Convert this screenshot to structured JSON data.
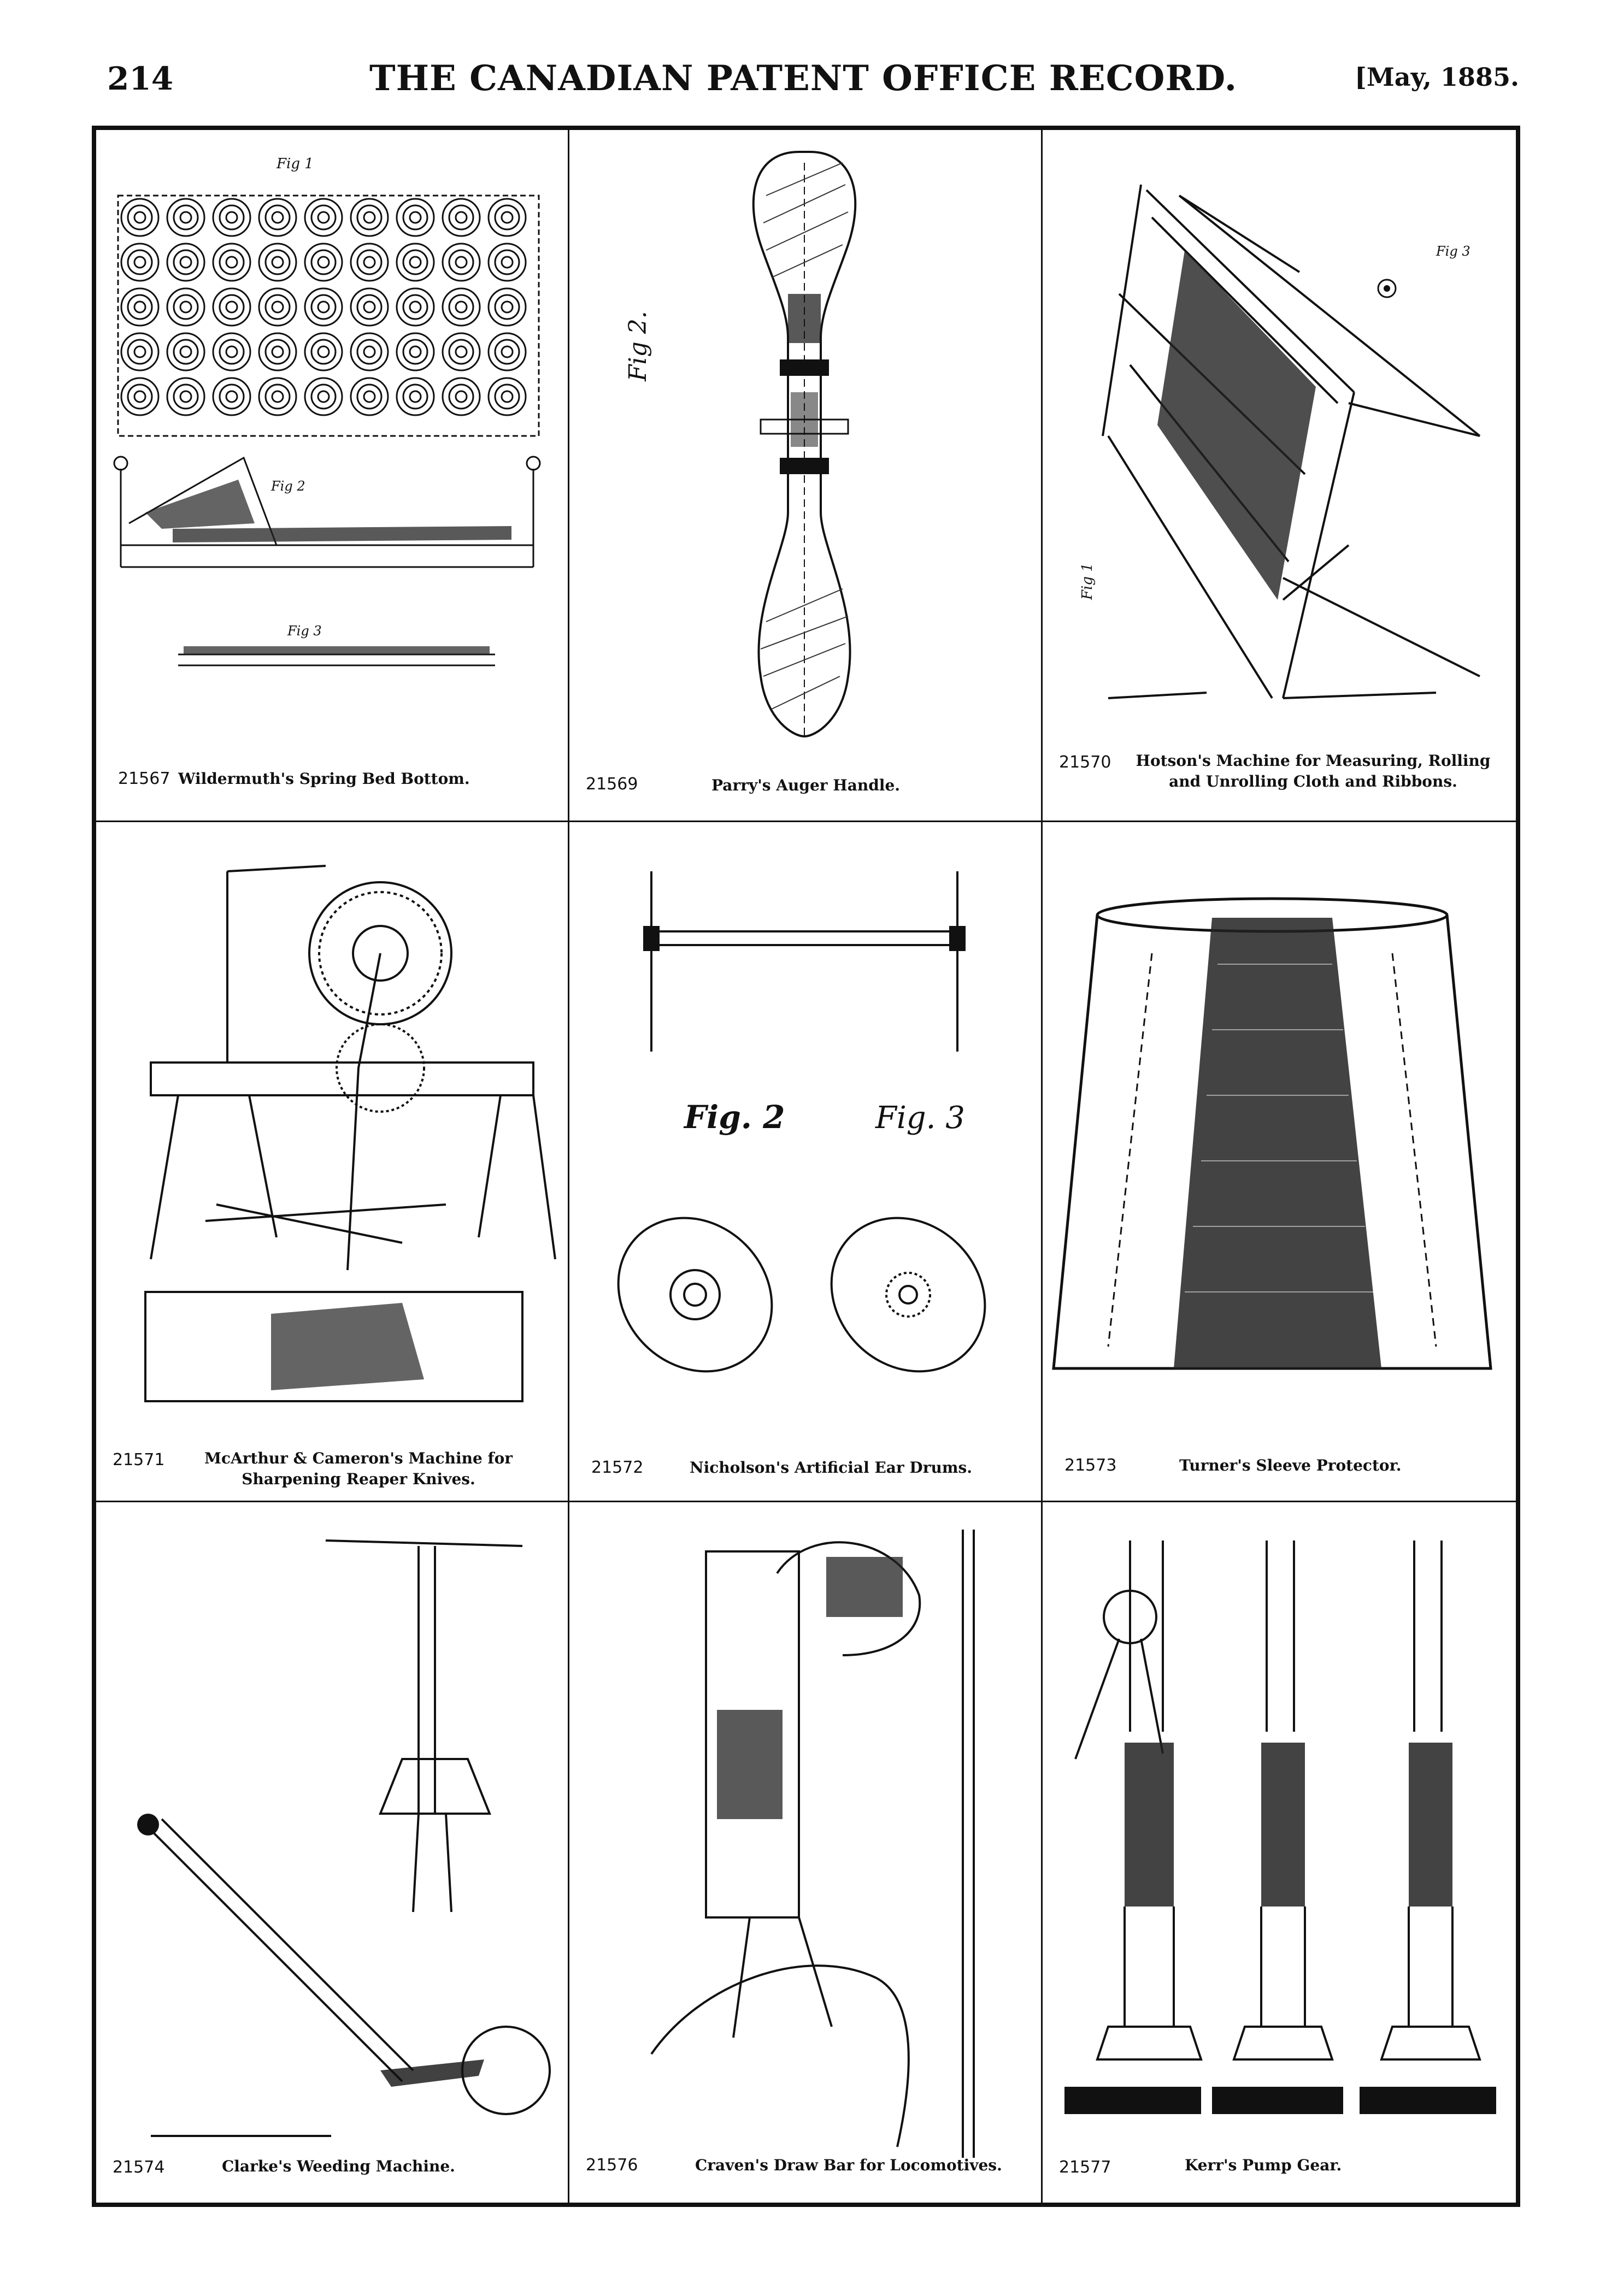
{
  "header": {
    "page_number": "214",
    "title": "THE CANADIAN PATENT OFFICE RECORD.",
    "date": "[May, 1885."
  },
  "figures": [
    {
      "number": "21567",
      "title": "Wildermuth's Spring Bed Bottom.",
      "figure_labels": [
        "Fig 1",
        "Fig 2",
        "Fig 3"
      ]
    },
    {
      "number": "21569",
      "title": "Parry's Auger Handle.",
      "figure_labels": [
        "Fig 2."
      ]
    },
    {
      "number": "21570",
      "title": "Hotson's Machine for Measuring, Rolling and Unrolling Cloth and Ribbons.",
      "figure_labels": [
        "Fig 1",
        "Fig 3"
      ]
    },
    {
      "number": "21571",
      "title": "McArthur & Cameron's Machine for Sharpening Reaper Knives.",
      "figure_labels": []
    },
    {
      "number": "21572",
      "title": "Nicholson's Artificial Ear Drums.",
      "figure_labels": [
        "Fig. 2",
        "Fig. 3"
      ]
    },
    {
      "number": "21573",
      "title": "Turner's Sleeve Protector.",
      "figure_labels": []
    },
    {
      "number": "21574",
      "title": "Clarke's Weeding Machine.",
      "figure_labels": []
    },
    {
      "number": "21576",
      "title": "Craven's Draw Bar for Locomotives.",
      "figure_labels": []
    },
    {
      "number": "21577",
      "title": "Kerr's Pump Gear.",
      "figure_labels": []
    }
  ]
}
